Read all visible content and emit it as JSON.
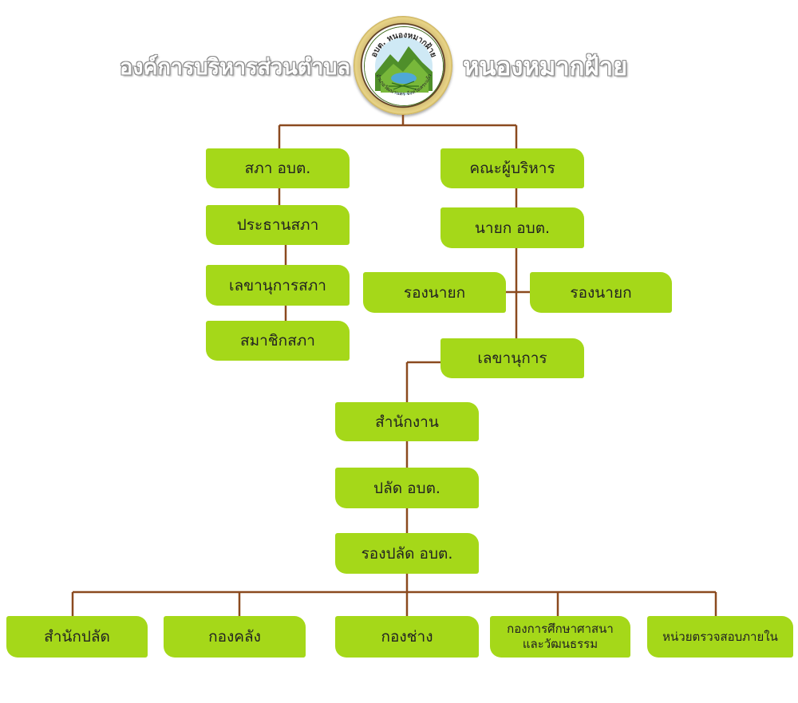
{
  "header": {
    "org_prefix": "องค์การบริหารส่วนตำบล",
    "org_name": "หนองหมากฝ้าย",
    "logo": {
      "top_text": "อบต. หนองหมากฝ้าย",
      "bottom_text": "อำเภอวัฒนานคร จังหวัดสระแก้ว"
    }
  },
  "chart": {
    "council": {
      "title": "สภา อบต.",
      "chairman": "ประธานสภา",
      "secretary": "เลขานุการสภา",
      "members": "สมาชิกสภา"
    },
    "executive": {
      "title": "คณะผู้บริหาร",
      "mayor": "นายก อบต.",
      "deputy_left": "รองนายก",
      "deputy_right": "รองนายก",
      "secretary": "เลขานุการ"
    },
    "office": {
      "title": "สำนักงาน",
      "clerk": "ปลัด อบต.",
      "deputy_clerk": "รองปลัด อบต."
    },
    "divisions": [
      "สำนักปลัด",
      "กองคลัง",
      "กองช่าง",
      "กองการศึกษาศาสนา\nและวัฒนธรรม",
      "หน่วยตรวจสอบภายใน"
    ]
  },
  "colors": {
    "box_fill": "#a5d819",
    "connector": "#8b4a1f",
    "title_outline": "#8a8a8a"
  }
}
